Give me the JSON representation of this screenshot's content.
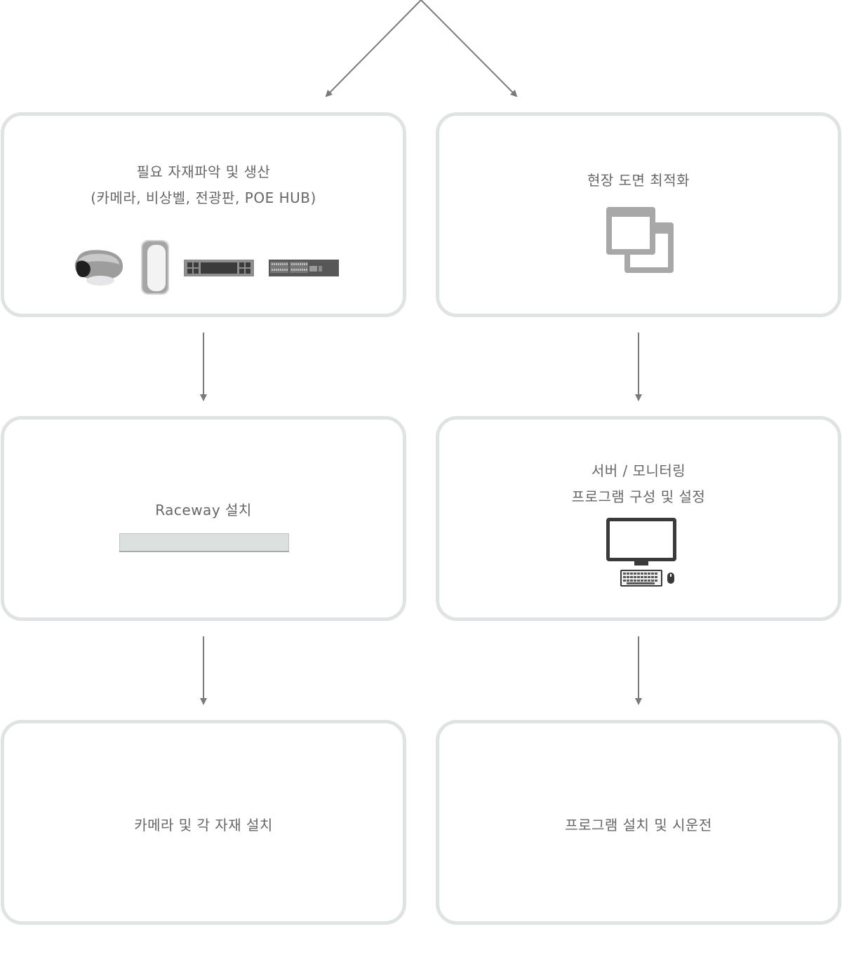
{
  "colors": {
    "box_border": "#dfe3e4",
    "arrow": "#7a7a7a",
    "text": "#666666",
    "icon_gray": "#9a9a9a",
    "icon_dark": "#3a3a3a",
    "raceway_fill": "#dce0df"
  },
  "steps": {
    "materials": {
      "line1": "필요 자재파악 및 생산",
      "line2": "(카메라, 비상벨, 전광판, POE HUB)",
      "icons": [
        "camera-icon",
        "emergency-bell-icon",
        "display-board-icon",
        "poe-hub-icon"
      ]
    },
    "drawing": {
      "label": "현장 도면 최적화",
      "icon": "drawing-pages-icon"
    },
    "raceway": {
      "label": "Raceway 설치",
      "icon": "raceway-icon"
    },
    "server": {
      "line1": "서버 / 모니터링",
      "line2": "프로그램 구성 및 설정",
      "icon": "computer-icon"
    },
    "install": {
      "label": "카메라 및 각 자재 설치"
    },
    "program": {
      "label": "프로그램 설치 및 시운전"
    }
  }
}
